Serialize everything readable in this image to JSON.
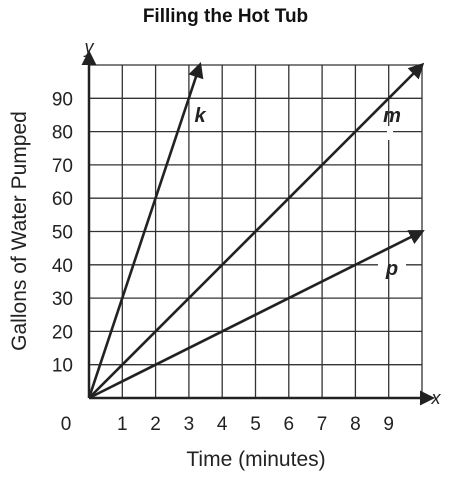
{
  "chart_data": {
    "type": "line",
    "title": "Filling the Hot Tub",
    "xlabel": "Time (minutes)",
    "ylabel": "Gallons of Water Pumped",
    "x_axis_letter": "x",
    "y_axis_letter": "y",
    "origin_label": "0",
    "xlim": [
      0,
      10
    ],
    "ylim": [
      0,
      100
    ],
    "x_ticks": [
      1,
      2,
      3,
      4,
      5,
      6,
      7,
      8,
      9
    ],
    "y_ticks": [
      10,
      20,
      30,
      40,
      50,
      60,
      70,
      80,
      90
    ],
    "grid": true,
    "series": [
      {
        "name": "k",
        "x": [
          0,
          3.33
        ],
        "y": [
          0,
          100
        ]
      },
      {
        "name": "m",
        "x": [
          0,
          10
        ],
        "y": [
          0,
          100
        ]
      },
      {
        "name": "p",
        "x": [
          0,
          10
        ],
        "y": [
          0,
          50
        ]
      }
    ]
  }
}
